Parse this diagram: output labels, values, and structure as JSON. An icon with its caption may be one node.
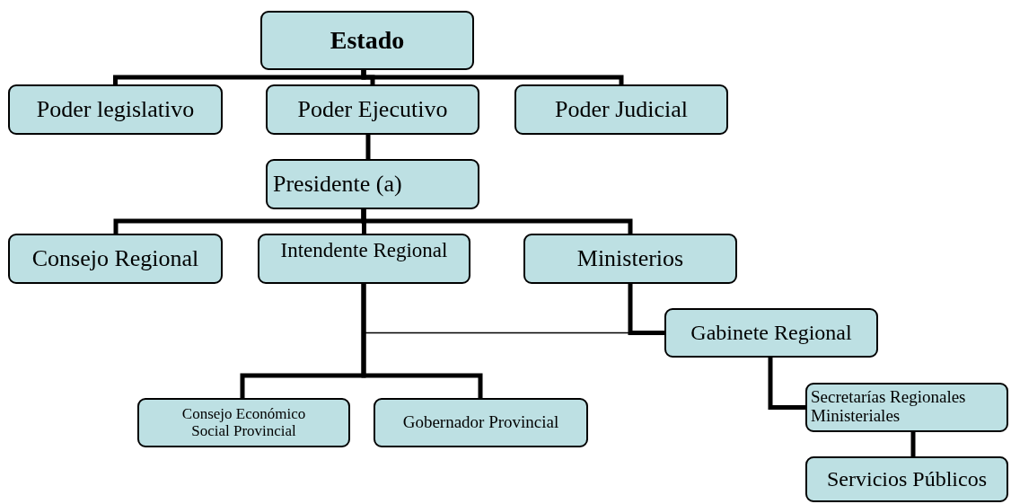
{
  "diagram": {
    "nodes": [
      {
        "text": [
          "Estado"
        ]
      },
      {
        "text": [
          "Poder legislativo"
        ]
      },
      {
        "text": [
          "Poder Ejecutivo"
        ]
      },
      {
        "text": [
          "Poder Judicial"
        ]
      },
      {
        "text": [
          "Presidente (a)"
        ]
      },
      {
        "text": [
          "Consejo Regional"
        ]
      },
      {
        "text": [
          "Intendente Regional"
        ]
      },
      {
        "text": [
          "Ministerios"
        ]
      },
      {
        "text": [
          "Gabinete Regional"
        ]
      },
      {
        "text": [
          "Consejo Económico Social Provincial"
        ]
      },
      {
        "text": [
          "Gobernador Provincial"
        ]
      },
      {
        "text": [
          "Secretarías Regionales Ministeriales"
        ]
      },
      {
        "text": [
          "Servicios Públicos"
        ]
      }
    ],
    "edges": [
      {
        "from": 0,
        "to": 1,
        "arrow": "none"
      },
      {
        "from": 0,
        "to": 2,
        "arrow": "none"
      },
      {
        "from": 0,
        "to": 3,
        "arrow": "none"
      },
      {
        "from": 2,
        "to": 4,
        "arrow": "none"
      },
      {
        "from": 4,
        "to": 5,
        "arrow": "none"
      },
      {
        "from": 4,
        "to": 6,
        "arrow": "none"
      },
      {
        "from": 4,
        "to": 7,
        "arrow": "none"
      },
      {
        "from": 6,
        "to": 9,
        "arrow": "none"
      },
      {
        "from": 6,
        "to": 10,
        "arrow": "none"
      },
      {
        "from": 7,
        "to": 8,
        "arrow": "none"
      },
      {
        "from": 6,
        "to": 8,
        "arrow": "none"
      },
      {
        "from": 8,
        "to": 11,
        "arrow": "none"
      },
      {
        "from": 11,
        "to": 12,
        "arrow": "none"
      }
    ]
  }
}
